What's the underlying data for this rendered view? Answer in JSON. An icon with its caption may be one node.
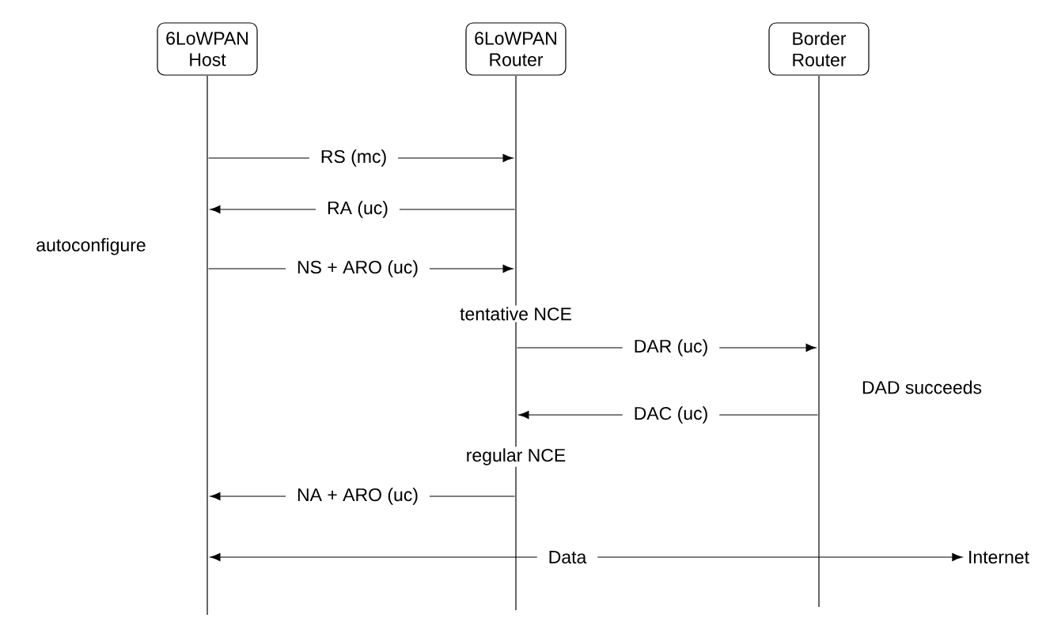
{
  "diagram": {
    "nodes": [
      {
        "text": [
          "6LoWPAN Host"
        ]
      },
      {
        "text": [
          "6LoWPAN Router"
        ]
      },
      {
        "text": [
          "Border Router"
        ]
      },
      {
        "text": [],
        "shape": "line"
      },
      {
        "text": [],
        "shape": "line"
      },
      {
        "text": [],
        "shape": "line"
      },
      {
        "text": [
          "Internet"
        ]
      }
    ],
    "edges": [
      {
        "from": 3,
        "to": 4,
        "arrow": "to",
        "label": "RS (mc)"
      },
      {
        "from": 4,
        "to": 3,
        "arrow": "to",
        "label": "RA (uc)"
      },
      {
        "from": 3,
        "to": 4,
        "arrow": "to",
        "label": "NS + ARO (uc)"
      },
      {
        "from": 4,
        "to": 5,
        "arrow": "to",
        "label": "DAR (uc)"
      },
      {
        "from": 5,
        "to": 4,
        "arrow": "to",
        "label": "DAC (uc)"
      },
      {
        "from": 4,
        "to": 3,
        "arrow": "to",
        "label": "NA + ARO (uc)"
      },
      {
        "from": 3,
        "to": 6,
        "arrow": "both",
        "label": "Data"
      }
    ],
    "labels": [
      "autoconfigure",
      "tentative NCE",
      "DAD succeeds",
      "regular NCE"
    ]
  }
}
